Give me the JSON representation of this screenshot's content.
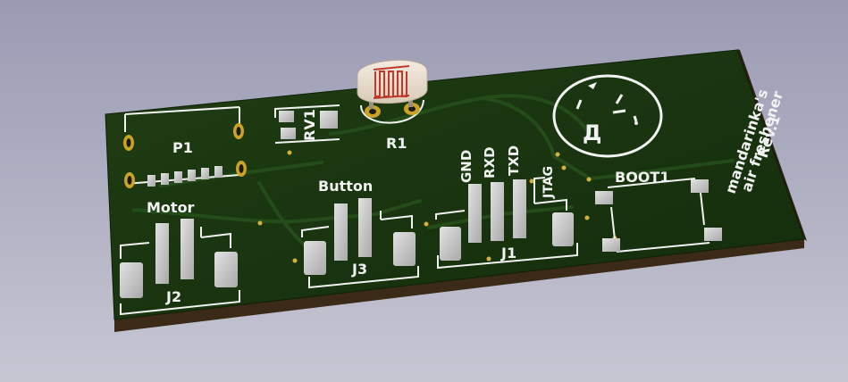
{
  "colors": {
    "background_top": "#9c9cb4",
    "background_bottom": "#c4c4d2",
    "board_top": "#18330f",
    "board_edge": "#3a2a17",
    "silkscreen": "#f2f2f2",
    "pad": "#c8c8c8",
    "gold": "#c9a227",
    "copper_trace": "#244a16"
  },
  "components": {
    "p1": "P1",
    "rv1": "RV1",
    "r1": "R1",
    "motor": "Motor",
    "button": "Button",
    "j2": "J2",
    "j3": "J3",
    "j1": "J1",
    "gnd": "GND",
    "rxd": "RXD",
    "txd": "TXD",
    "jtag": "JTAG",
    "boot1": "BOOT1"
  },
  "board_text": {
    "line1": "mandarinka's",
    "line2": "air freshener",
    "line3": "Rev.1"
  },
  "logo_glyph": "Д"
}
